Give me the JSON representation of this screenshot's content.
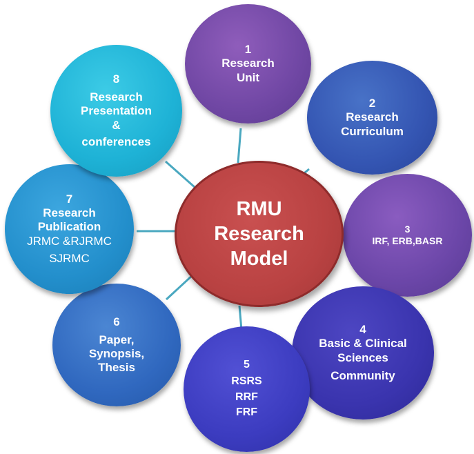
{
  "center": {
    "lines": [
      "RMU",
      "Research",
      "Model"
    ]
  },
  "nodes": [
    {
      "lines": [
        "1",
        "Research",
        "Unit"
      ]
    },
    {
      "lines": [
        "2",
        "Research",
        "Curriculum"
      ]
    },
    {
      "lines": [
        "3",
        "IRF, ERB,BASR"
      ]
    },
    {
      "lines": [
        "4",
        "Basic & Clinical",
        "Sciences",
        "Community"
      ]
    },
    {
      "lines": [
        "5",
        "RSRS",
        "RRF",
        "FRF"
      ]
    },
    {
      "lines": [
        "6",
        "Paper,",
        "Synopsis,",
        "Thesis"
      ]
    },
    {
      "lines": [
        "7",
        "Research",
        "Publication",
        "JRMC &RJRMC",
        "SJRMC"
      ]
    },
    {
      "lines": [
        "8",
        "Research",
        "Presentation",
        "&",
        "conferences"
      ]
    }
  ],
  "colors": {
    "center": "#b94242",
    "connector": "#4aa8c0"
  }
}
